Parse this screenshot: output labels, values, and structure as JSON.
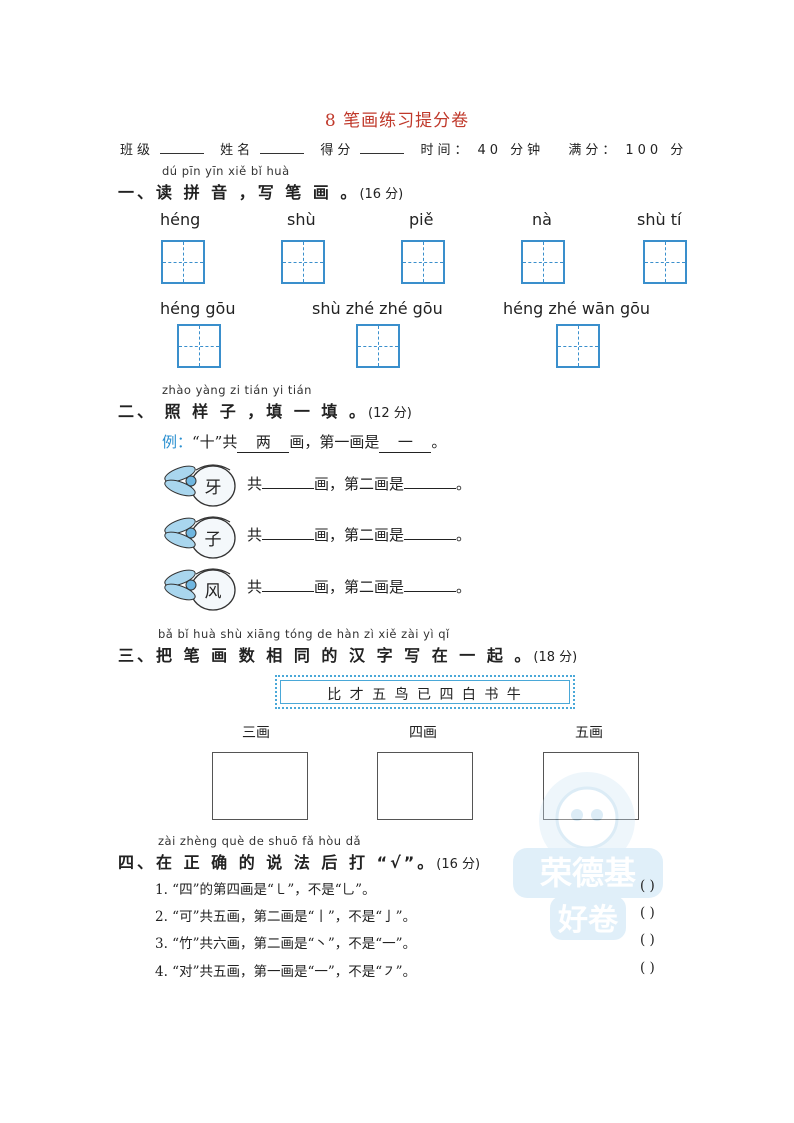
{
  "title": "8 笔画练习提分卷",
  "info": {
    "class_label": "班级",
    "name_label": "姓名",
    "score_label": "得分",
    "time_label": "时间：",
    "time_value": "40 分钟",
    "full_label": "满分：",
    "full_value": "100 分"
  },
  "s1": {
    "pinyin": "dú pīn yīn     xiě  bǐ  huà",
    "heading": "一、读 拼 音 ，写 笔 画 。",
    "score": "(16 分)",
    "row1": [
      "héng",
      "shù",
      "piě",
      "nà",
      "shù tí"
    ],
    "row2": [
      "héng gōu",
      "shù zhé zhé gōu",
      "héng zhé wān gōu"
    ]
  },
  "s2": {
    "pinyin": "zhào yàng  zi      tián  yi  tián",
    "heading": "二、 照  样 子 ，填 一 填 。",
    "score": "(12 分)",
    "example_label": "例：",
    "example_pre": "“十”共",
    "example_blank1": "两",
    "example_mid": "画，第一画是",
    "example_blank2": "一",
    "example_end": "。",
    "chars": [
      "牙",
      "子",
      "风"
    ],
    "text_gong": "共",
    "text_mid": "画，第二画是",
    "text_end": "。"
  },
  "s3": {
    "pinyin": "bǎ  bǐ  huà shù xiāng tóng de  hàn  zì  xiě  zài  yì  qǐ",
    "heading": "三、把 笔 画 数  相  同 的 汉 字 写 在 一 起 。",
    "score": "(18 分)",
    "chars": "比  才  五  鸟  已  四  白  书  牛",
    "boxes": [
      "三画",
      "四画",
      "五画"
    ]
  },
  "s4": {
    "pinyin": "zài zhèng què de  shuō  fǎ  hòu  dǎ",
    "heading": "四、在  正  确  的  说  法 后 打 “√”。",
    "score": "(16 分)",
    "items": [
      "1. “四”的第四画是“㇄”，不是“乚”。",
      "2. “可”共五画，第二画是“丨”，不是“亅”。",
      "3. “竹”共六画，第二画是“丶”，不是“一”。",
      "4. “对”共五画，第一画是“一”，不是“㇇”。"
    ],
    "paren": "(      )"
  },
  "watermark": {
    "line1": "荣德基",
    "line2": "好卷"
  }
}
